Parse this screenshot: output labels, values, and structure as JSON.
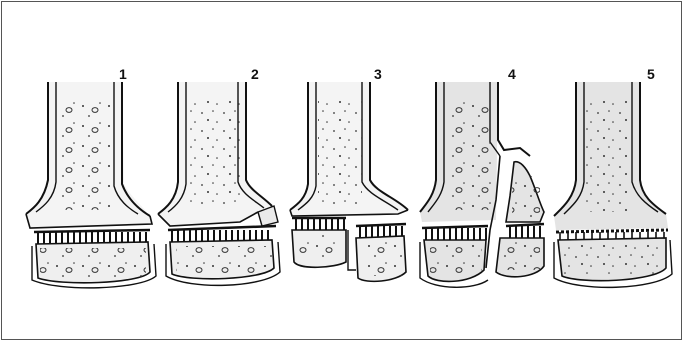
{
  "figure": {
    "panels": [
      {
        "label": "1",
        "shows": "physis-separation"
      },
      {
        "label": "2",
        "shows": "separation-with-metaphyseal-fragment"
      },
      {
        "label": "3",
        "shows": "separation-with-epiphyseal-fracture"
      },
      {
        "label": "4",
        "shows": "fracture-through-metaphysis-physis-epiphysis"
      },
      {
        "label": "5",
        "shows": "physis-compression"
      }
    ],
    "colors": {
      "ink": "#111111",
      "paper": "#ffffff",
      "bone_tint": "#e6e6e6",
      "border": "#555555"
    }
  }
}
